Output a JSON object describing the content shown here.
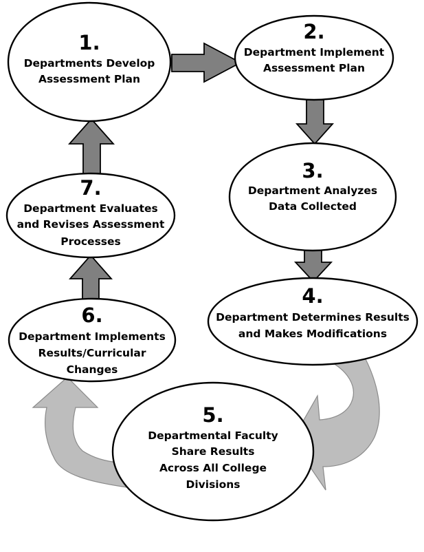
{
  "steps": [
    {
      "number": "1.",
      "lines": [
        "Departments Develop",
        "Assessment Plan"
      ]
    },
    {
      "number": "2.",
      "lines": [
        "Department Implement",
        "Assessment Plan"
      ]
    },
    {
      "number": "3.",
      "lines": [
        "Department Analyzes",
        "Data Collected"
      ]
    },
    {
      "number": "4.",
      "lines": [
        "Department Determines Results",
        "and Makes Modifications"
      ]
    },
    {
      "number": "5.",
      "lines": [
        "Departmental Faculty",
        "Share Results",
        "Across All College",
        "Divisions"
      ]
    },
    {
      "number": "6.",
      "lines": [
        "Department Implements",
        "Results/Curricular",
        "Changes"
      ]
    },
    {
      "number": "7.",
      "lines": [
        "Department Evaluates",
        "and Revises Assessment",
        "Processes"
      ]
    }
  ],
  "colors": {
    "arrow_dark": "#808080",
    "arrow_light": "#bdbdbd",
    "outline": "#000000",
    "node_fill": "#ffffff"
  }
}
